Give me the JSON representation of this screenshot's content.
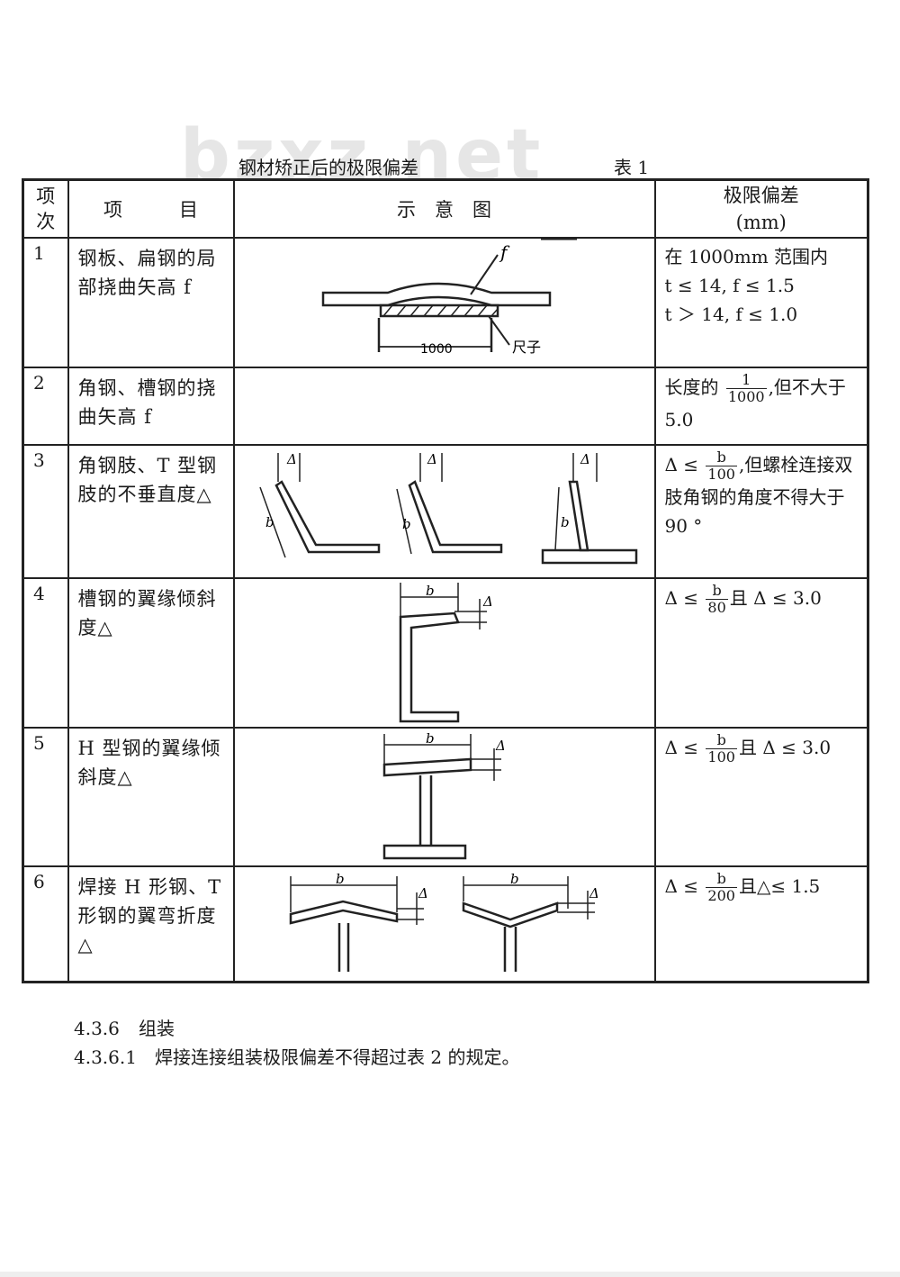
{
  "watermark": "bzxz.net",
  "table_title": "钢材矫正后的极限偏差",
  "table_number": "表 1",
  "headers": {
    "no": "项\n次",
    "item": "项　　　目",
    "figure": "示　意　图",
    "tolerance": "极限偏差\n(mm)"
  },
  "rows": [
    {
      "no": "1",
      "item": "钢板、扁钢的局部挠曲矢高 f",
      "tol_lines": [
        "在 1000mm 范围内",
        "t ≤ 14, f ≤ 1.5",
        "t ＞ 14, f ≤ 1.0"
      ],
      "fig_labels": {
        "f": "f",
        "span": "1000",
        "ruler": "尺子"
      }
    },
    {
      "no": "2",
      "item": "角钢、槽钢的挠曲矢高 f",
      "tol_pre": "长度的",
      "tol_num": "1",
      "tol_den": "1000",
      "tol_post": ",但不大于 5.0"
    },
    {
      "no": "3",
      "item": "角钢肢、T 型钢肢的不垂直度△",
      "tol_pre": "Δ ≤",
      "tol_num": "b",
      "tol_den": "100",
      "tol_post": ",但螺栓连接双肢角钢的角度不得大于 90 °",
      "fig_labels": {
        "delta": "Δ",
        "b": "b"
      }
    },
    {
      "no": "4",
      "item": "槽钢的翼缘倾斜度△",
      "tol_pre": "Δ ≤",
      "tol_num": "b",
      "tol_den": "80",
      "tol_post": "且 Δ ≤ 3.0",
      "fig_labels": {
        "b": "b",
        "delta": "Δ"
      }
    },
    {
      "no": "5",
      "item": "H 型钢的翼缘倾斜度△",
      "tol_pre": "Δ ≤",
      "tol_num": "b",
      "tol_den": "100",
      "tol_post": "且 Δ ≤ 3.0",
      "fig_labels": {
        "b": "b",
        "delta": "Δ"
      }
    },
    {
      "no": "6",
      "item": "焊接 H 形钢、T 形钢的翼弯折度△",
      "tol_pre": "Δ ≤",
      "tol_num": "b",
      "tol_den": "200",
      "tol_post": "且△≤ 1.5",
      "fig_labels": {
        "b": "b",
        "delta": "Δ"
      }
    }
  ],
  "sections": [
    {
      "number": "4.3.6",
      "text": "组装"
    },
    {
      "number": "4.3.6.1",
      "text": "焊接连接组装极限偏差不得超过表 2 的规定。"
    }
  ]
}
